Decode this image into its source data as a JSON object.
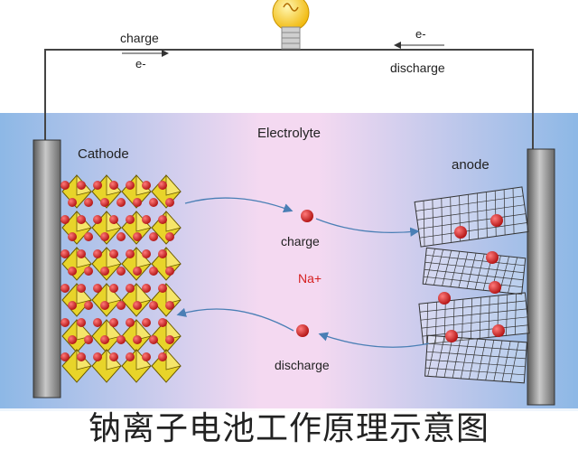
{
  "labels": {
    "charge_top": "charge",
    "electron_left": "e-",
    "electron_right": "e-",
    "discharge_top": "discharge",
    "electrolyte": "Electrolyte",
    "cathode": "Cathode",
    "anode": "anode",
    "charge_mid": "charge",
    "ion": "Na+",
    "discharge_mid": "discharge"
  },
  "caption": "钠离子电池工作原理示意图",
  "colors": {
    "electrolyte_left": "#9cc3ea",
    "electrolyte_center": "#f3d7f0",
    "electrolyte_right": "#9cc3ea",
    "ion": "#d62020",
    "octahedron": "#e8d42a",
    "arrow": "#4a7fb5",
    "bulb": "#f5c518"
  },
  "icons": {
    "bulb": "light-bulb-icon"
  }
}
